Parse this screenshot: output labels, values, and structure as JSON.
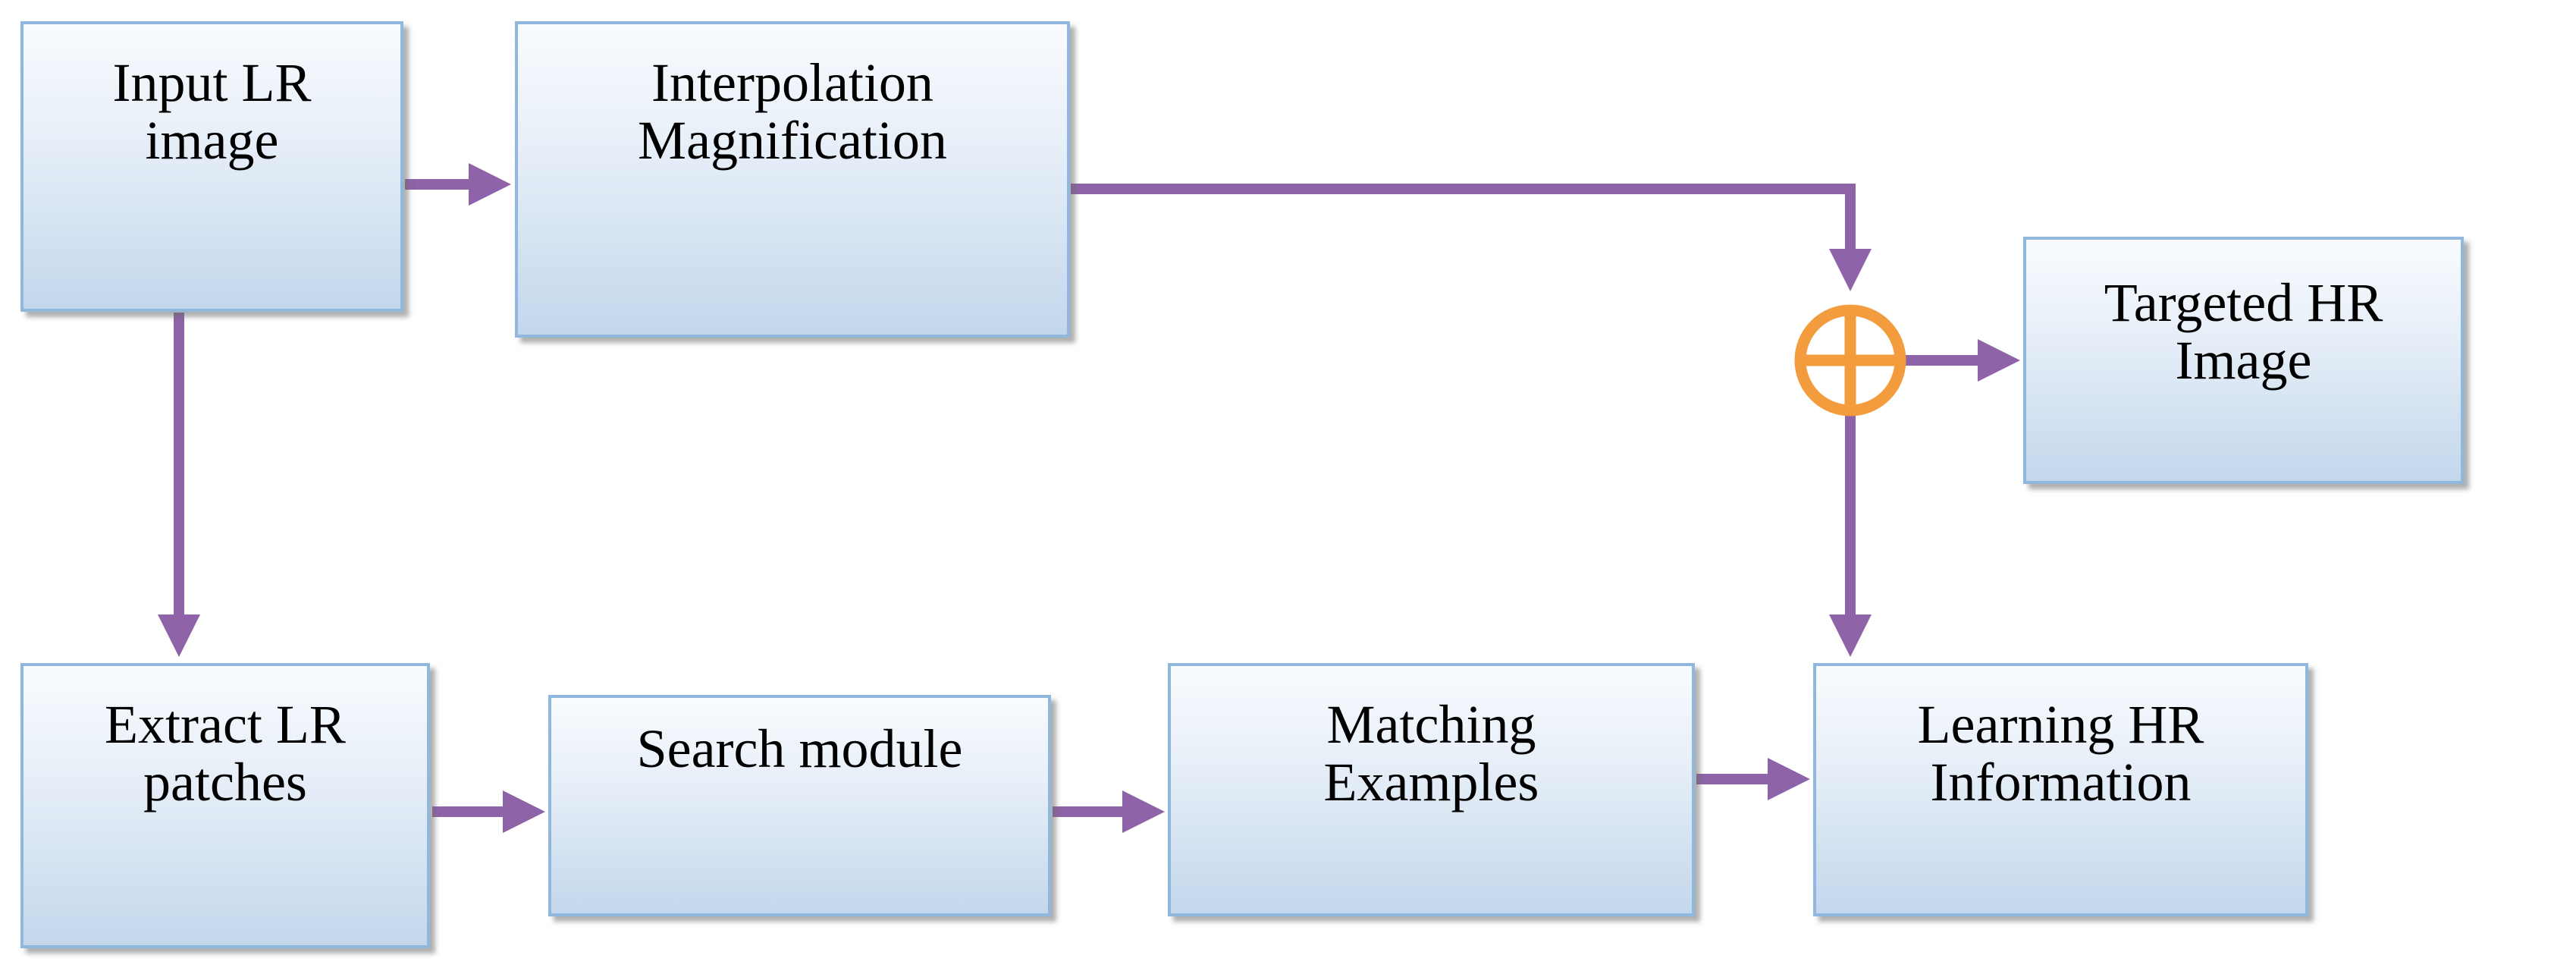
{
  "nodes": {
    "input_lr_image": "Input LR\nimage",
    "interpolation_magnification": "Interpolation\nMagnification",
    "targeted_hr_image": "Targeted HR\nImage",
    "extract_lr_patches": "Extract LR\npatches",
    "search_module": "Search module",
    "matching_examples": "Matching\nExamples",
    "learning_hr_information": "Learning HR\nInformation"
  },
  "connectors": {
    "sum_symbol": "circled-plus-icon"
  },
  "colors": {
    "arrow": "#8e63a8",
    "sum_node": "#f39c3d",
    "box_border": "#8fb8dc",
    "box_fill_top": "#f9fbfe",
    "box_fill_bottom": "#c3d7ec"
  }
}
